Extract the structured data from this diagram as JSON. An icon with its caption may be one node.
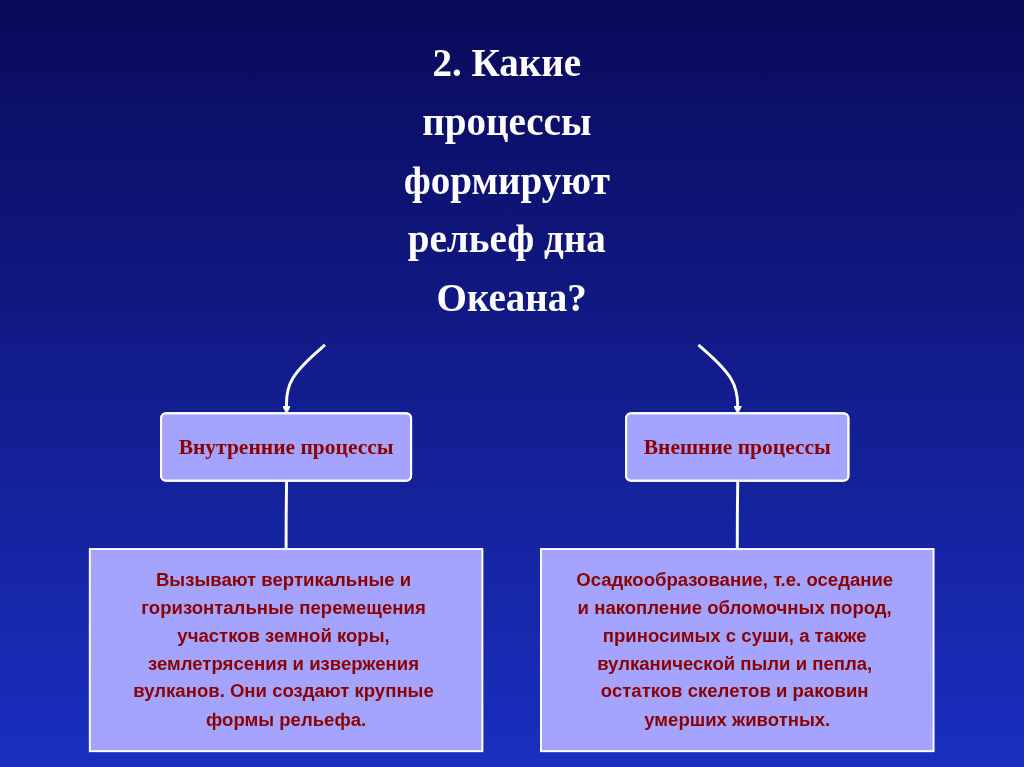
{
  "diagram": {
    "nodes": [
      {
        "text": [
          "2. Какие процессы формируют рельеф дна Океана?"
        ]
      },
      {
        "text": [
          "Внутренние процессы"
        ]
      },
      {
        "text": [
          "Внешние процессы"
        ]
      },
      {
        "text": [
          "Вызывают вертикальные и горизонтальные перемещения участков земной коры, землетрясения и извержения вулканов. Они создают крупные формы рельефа."
        ]
      },
      {
        "text": [
          "Осадкообразование, т.е. оседание и накопление обломочных пород, приносимых с суши, а также вулканической пыли и пепла, остатков скелетов и раковин умерших животных."
        ]
      }
    ],
    "edges": [
      {
        "from": 0,
        "to": 1,
        "arrow": "to"
      },
      {
        "from": 0,
        "to": 2,
        "arrow": "to"
      },
      {
        "from": 1,
        "to": 3,
        "arrow": "none"
      },
      {
        "from": 2,
        "to": 4,
        "arrow": "none"
      }
    ]
  }
}
